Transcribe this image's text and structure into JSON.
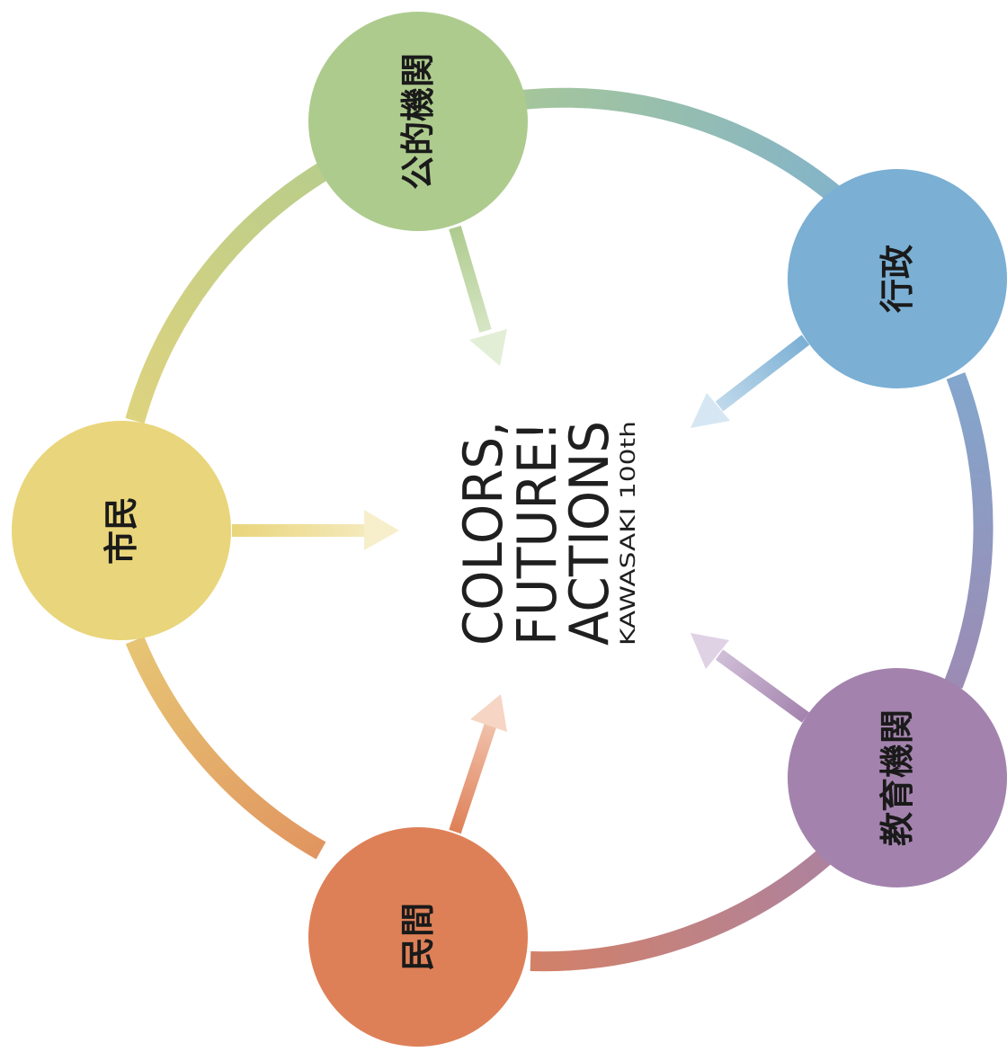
{
  "nodes": [
    {
      "id": "public",
      "label": "公的機関",
      "color": "#aecb8e"
    },
    {
      "id": "admin",
      "label": "行政",
      "color": "#7bafd4"
    },
    {
      "id": "education",
      "label": "教育機関",
      "color": "#a383ad"
    },
    {
      "id": "private",
      "label": "民間",
      "color": "#de8057"
    },
    {
      "id": "citizen",
      "label": "市民",
      "color": "#e9d57b"
    }
  ],
  "logo": {
    "line1": "COLORS,",
    "line2": "FUTURE!",
    "line3": "ACTIONS",
    "line4": "KAWASAKI 100th"
  }
}
